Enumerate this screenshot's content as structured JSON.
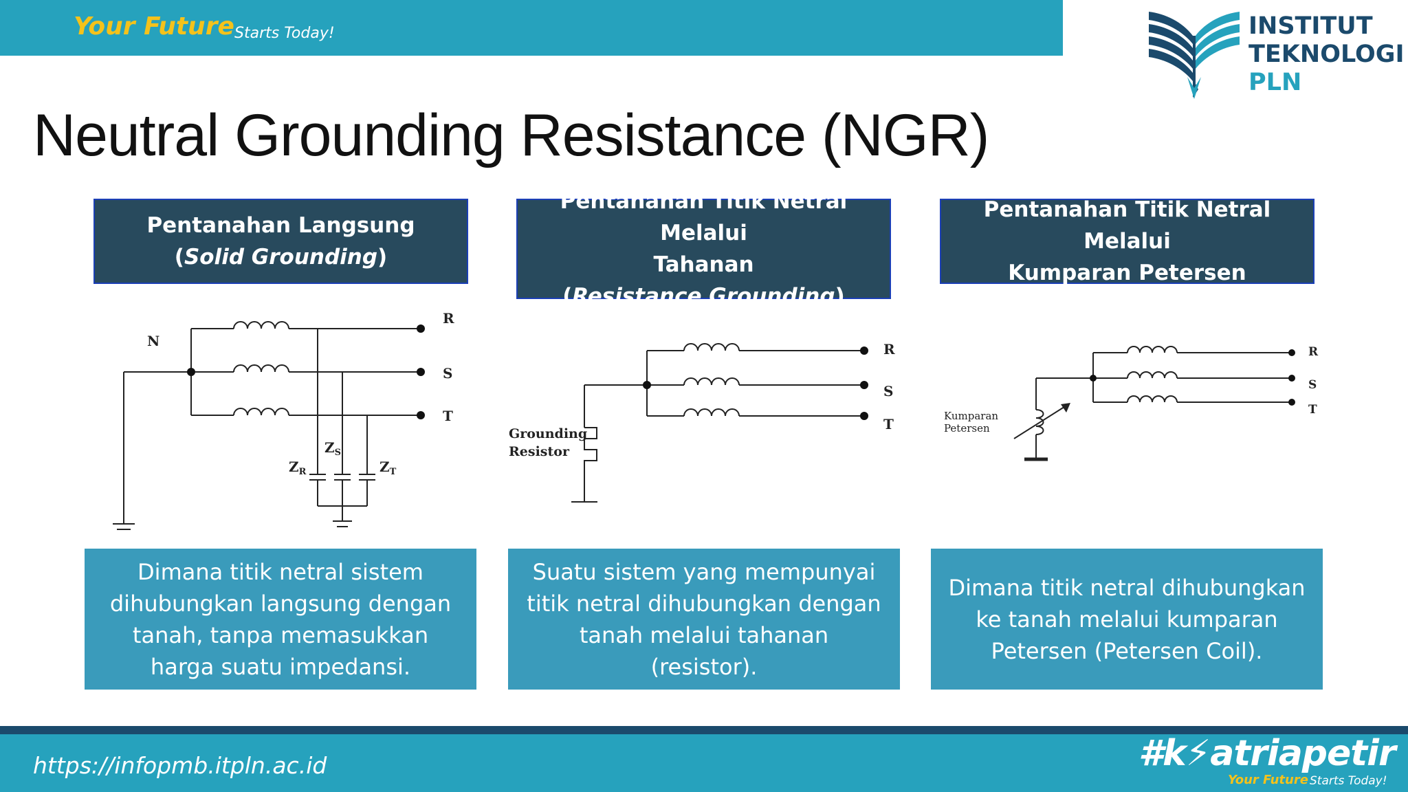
{
  "header": {
    "tagline_main": "Your Future",
    "tagline_sub": "Starts Today!"
  },
  "logo": {
    "line1": "INSTITUT",
    "line2": "TEKNOLOGI",
    "line3": "PLN",
    "icon": "book-icon"
  },
  "title": "Neutral Grounding Resistance (NGR)",
  "columns": [
    {
      "heading_lines": [
        "Pentanahan Langsung"
      ],
      "heading_italic": "Solid Grounding",
      "description": "Dimana titik netral sistem dihubungkan langsung dengan tanah, tanpa memasukkan harga suatu impedansi.",
      "diagram": {
        "labels": {
          "n": "N",
          "r": "R",
          "s": "S",
          "t": "T",
          "zr": "Z",
          "zr_sub": "R",
          "zs": "Z",
          "zs_sub": "S",
          "zt": "Z",
          "zt_sub": "T"
        }
      }
    },
    {
      "heading_lines": [
        "Pentanahan Titik Netral Melalui",
        "Tahanan"
      ],
      "heading_italic": "Resistance Grounding",
      "description": "Suatu sistem yang mempunyai titik netral dihubungkan dengan tanah melalui tahanan (resistor).",
      "diagram": {
        "labels": {
          "r": "R",
          "s": "S",
          "t": "T",
          "resistor_1": "Grounding",
          "resistor_2": "Resistor"
        }
      }
    },
    {
      "heading_lines": [
        "Pentanahan Titik Netral Melalui",
        "Kumparan Petersen"
      ],
      "heading_italic": "",
      "description": "Dimana titik netral dihubungkan ke tanah melalui kumparan Petersen (Petersen Coil).",
      "diagram": {
        "labels": {
          "r": "R",
          "s": "S",
          "t": "T",
          "coil_1": "Kumparan",
          "coil_2": "Petersen"
        }
      }
    }
  ],
  "footer": {
    "url": "https://infopmb.itpln.ac.id",
    "hashtag": "#k⚡atriapetir",
    "tagline_main": "Your Future",
    "tagline_sub": "Starts Today!"
  },
  "colors": {
    "brand_teal": "#26a2bd",
    "brand_navy": "#1b4a6c",
    "tagline_yellow": "#f4c21b",
    "heading_box": "#284a5d",
    "description_box": "#3a9bbb"
  }
}
